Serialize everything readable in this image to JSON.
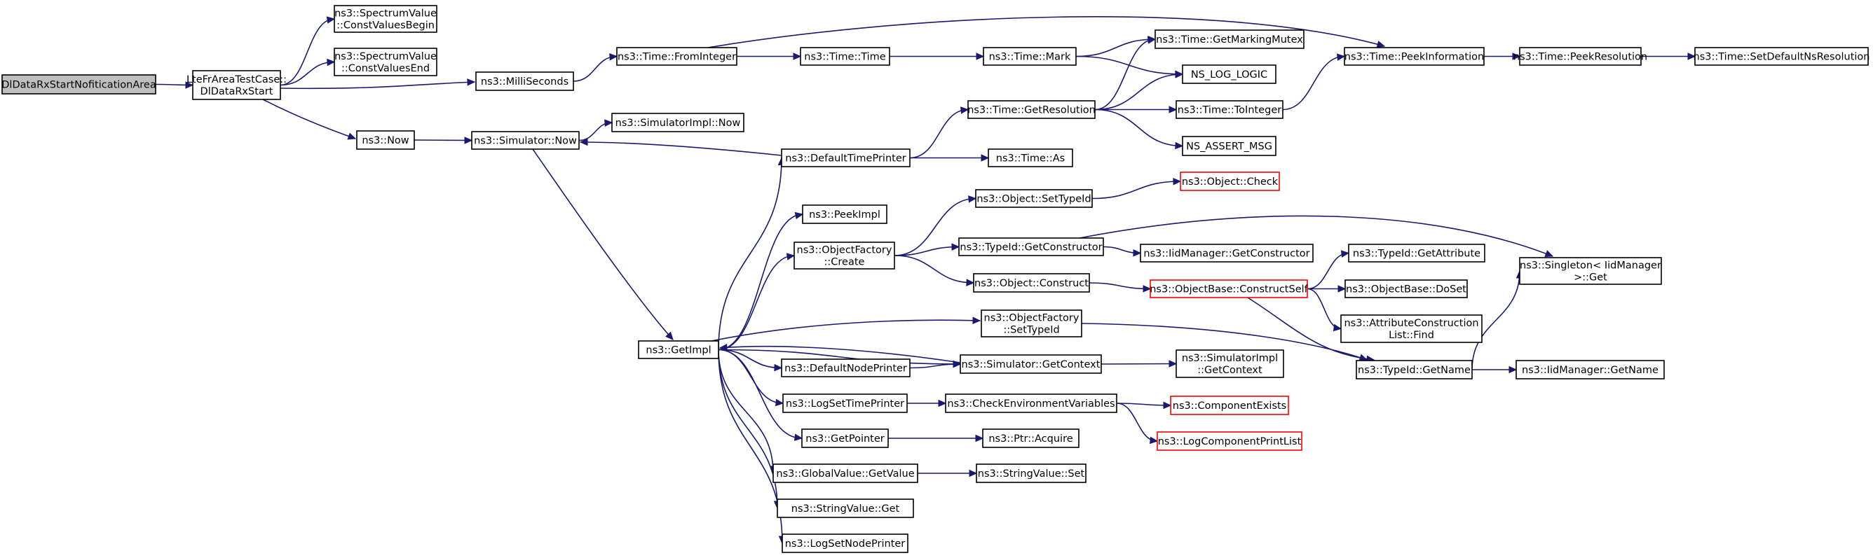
{
  "graph": {
    "nodes": [
      {
        "id": "root",
        "lines": [
          "DlDataRxStartNofiticationArea"
        ],
        "root": true
      },
      {
        "id": "lte",
        "lines": [
          "LteFrAreaTestCase::",
          "DlDataRxStart"
        ]
      },
      {
        "id": "svBegin",
        "lines": [
          "ns3::SpectrumValue",
          "::ConstValuesBegin"
        ]
      },
      {
        "id": "svEnd",
        "lines": [
          "ns3::SpectrumValue",
          "::ConstValuesEnd"
        ]
      },
      {
        "id": "milli",
        "lines": [
          "ns3::MilliSeconds"
        ]
      },
      {
        "id": "now",
        "lines": [
          "ns3::Now"
        ]
      },
      {
        "id": "simNow",
        "lines": [
          "ns3::Simulator::Now"
        ]
      },
      {
        "id": "simImplNow",
        "lines": [
          "ns3::SimulatorImpl::Now"
        ]
      },
      {
        "id": "fromInt",
        "lines": [
          "ns3::Time::FromInteger"
        ]
      },
      {
        "id": "timeTime",
        "lines": [
          "ns3::Time::Time"
        ]
      },
      {
        "id": "timeMark",
        "lines": [
          "ns3::Time::Mark"
        ]
      },
      {
        "id": "markMutex",
        "lines": [
          "ns3::Time::GetMarkingMutex"
        ]
      },
      {
        "id": "logLogic",
        "lines": [
          "NS_LOG_LOGIC"
        ]
      },
      {
        "id": "getRes",
        "lines": [
          "ns3::Time::GetResolution"
        ]
      },
      {
        "id": "toInt",
        "lines": [
          "ns3::Time::ToInteger"
        ]
      },
      {
        "id": "assertMsg",
        "lines": [
          "NS_ASSERT_MSG"
        ]
      },
      {
        "id": "peekInfo",
        "lines": [
          "ns3::Time::PeekInformation"
        ]
      },
      {
        "id": "peekRes",
        "lines": [
          "ns3::Time::PeekResolution"
        ]
      },
      {
        "id": "setDefRes",
        "lines": [
          "ns3::Time::SetDefaultNsResolution"
        ]
      },
      {
        "id": "defTimePrinter",
        "lines": [
          "ns3::DefaultTimePrinter"
        ]
      },
      {
        "id": "timeAs",
        "lines": [
          "ns3::Time::As"
        ]
      },
      {
        "id": "objSetTypeId",
        "lines": [
          "ns3::Object::SetTypeId"
        ]
      },
      {
        "id": "objCheck",
        "lines": [
          "ns3::Object::Check"
        ],
        "red": true
      },
      {
        "id": "peekImpl",
        "lines": [
          "ns3::PeekImpl"
        ]
      },
      {
        "id": "objFactCreate",
        "lines": [
          "ns3::ObjectFactory",
          "::Create"
        ]
      },
      {
        "id": "typeIdGetCtor",
        "lines": [
          "ns3::TypeId::GetConstructor"
        ]
      },
      {
        "id": "iidGetCtor",
        "lines": [
          "ns3::IidManager::GetConstructor"
        ]
      },
      {
        "id": "objConstruct",
        "lines": [
          "ns3::Object::Construct"
        ]
      },
      {
        "id": "objBaseConstructSelf",
        "lines": [
          "ns3::ObjectBase::ConstructSelf"
        ],
        "red": true
      },
      {
        "id": "typeIdGetAttr",
        "lines": [
          "ns3::TypeId::GetAttribute"
        ]
      },
      {
        "id": "objBaseDoSet",
        "lines": [
          "ns3::ObjectBase::DoSet"
        ]
      },
      {
        "id": "attrConstrFind",
        "lines": [
          "ns3::AttributeConstruction",
          "List::Find"
        ]
      },
      {
        "id": "singletonGet",
        "lines": [
          "ns3::Singleton< IidManager",
          " >::Get"
        ]
      },
      {
        "id": "objFactSetTypeId",
        "lines": [
          "ns3::ObjectFactory",
          "::SetTypeId"
        ]
      },
      {
        "id": "getImpl",
        "lines": [
          "ns3::GetImpl"
        ]
      },
      {
        "id": "defNodePrinter",
        "lines": [
          "ns3::DefaultNodePrinter"
        ]
      },
      {
        "id": "simGetContext",
        "lines": [
          "ns3::Simulator::GetContext"
        ]
      },
      {
        "id": "simImplGetContext",
        "lines": [
          "ns3::SimulatorImpl",
          "::GetContext"
        ]
      },
      {
        "id": "typeIdGetName",
        "lines": [
          "ns3::TypeId::GetName"
        ]
      },
      {
        "id": "iidGetName",
        "lines": [
          "ns3::IidManager::GetName"
        ]
      },
      {
        "id": "logSetTimePrinter",
        "lines": [
          "ns3::LogSetTimePrinter"
        ]
      },
      {
        "id": "checkEnvVars",
        "lines": [
          "ns3::CheckEnvironmentVariables"
        ]
      },
      {
        "id": "compExists",
        "lines": [
          "ns3::ComponentExists"
        ],
        "red": true
      },
      {
        "id": "logCompPrintList",
        "lines": [
          "ns3::LogComponentPrintList"
        ],
        "red": true
      },
      {
        "id": "getPointer",
        "lines": [
          "ns3::GetPointer"
        ]
      },
      {
        "id": "ptrAcquire",
        "lines": [
          "ns3::Ptr::Acquire"
        ]
      },
      {
        "id": "globalGetValue",
        "lines": [
          "ns3::GlobalValue::GetValue"
        ]
      },
      {
        "id": "stringValueSet",
        "lines": [
          "ns3::StringValue::Set"
        ]
      },
      {
        "id": "stringValueGet",
        "lines": [
          "ns3::StringValue::Get"
        ]
      },
      {
        "id": "logSetNodePrinter",
        "lines": [
          "ns3::LogSetNodePrinter"
        ]
      }
    ],
    "edges": [
      [
        "root",
        "lte"
      ],
      [
        "lte",
        "svBegin"
      ],
      [
        "lte",
        "svEnd"
      ],
      [
        "lte",
        "milli"
      ],
      [
        "lte",
        "now"
      ],
      [
        "milli",
        "fromInt"
      ],
      [
        "now",
        "simNow"
      ],
      [
        "simNow",
        "simImplNow"
      ],
      [
        "simNow",
        "getImpl"
      ],
      [
        "fromInt",
        "timeTime"
      ],
      [
        "fromInt",
        "peekInfo"
      ],
      [
        "timeTime",
        "timeMark"
      ],
      [
        "timeMark",
        "markMutex"
      ],
      [
        "timeMark",
        "logLogic"
      ],
      [
        "getRes",
        "markMutex"
      ],
      [
        "getRes",
        "logLogic"
      ],
      [
        "getRes",
        "toInt"
      ],
      [
        "getRes",
        "assertMsg"
      ],
      [
        "toInt",
        "peekInfo"
      ],
      [
        "peekInfo",
        "peekRes"
      ],
      [
        "peekRes",
        "setDefRes"
      ],
      [
        "defTimePrinter",
        "simNow"
      ],
      [
        "defTimePrinter",
        "getRes"
      ],
      [
        "defTimePrinter",
        "timeAs"
      ],
      [
        "getImpl",
        "defTimePrinter"
      ],
      [
        "getImpl",
        "peekImpl"
      ],
      [
        "getImpl",
        "objFactCreate"
      ],
      [
        "getImpl",
        "objFactSetTypeId"
      ],
      [
        "getImpl",
        "defNodePrinter"
      ],
      [
        "getImpl",
        "simGetContext"
      ],
      [
        "getImpl",
        "logSetTimePrinter"
      ],
      [
        "getImpl",
        "getPointer"
      ],
      [
        "getImpl",
        "globalGetValue"
      ],
      [
        "getImpl",
        "stringValueGet"
      ],
      [
        "getImpl",
        "logSetNodePrinter"
      ],
      [
        "objFactCreate",
        "objSetTypeId"
      ],
      [
        "objFactCreate",
        "typeIdGetCtor"
      ],
      [
        "objFactCreate",
        "objConstruct"
      ],
      [
        "objSetTypeId",
        "objCheck"
      ],
      [
        "typeIdGetCtor",
        "iidGetCtor"
      ],
      [
        "typeIdGetCtor",
        "singletonGet"
      ],
      [
        "objConstruct",
        "objBaseConstructSelf"
      ],
      [
        "objBaseConstructSelf",
        "typeIdGetAttr"
      ],
      [
        "objBaseConstructSelf",
        "objBaseDoSet"
      ],
      [
        "objBaseConstructSelf",
        "attrConstrFind"
      ],
      [
        "objBaseConstructSelf",
        "typeIdGetName"
      ],
      [
        "objFactSetTypeId",
        "typeIdGetName"
      ],
      [
        "simGetContext",
        "getImpl"
      ],
      [
        "simGetContext",
        "simImplGetContext"
      ],
      [
        "defNodePrinter",
        "simGetContext"
      ],
      [
        "typeIdGetName",
        "singletonGet"
      ],
      [
        "typeIdGetName",
        "iidGetName"
      ],
      [
        "logSetTimePrinter",
        "checkEnvVars"
      ],
      [
        "checkEnvVars",
        "compExists"
      ],
      [
        "checkEnvVars",
        "logCompPrintList"
      ],
      [
        "getPointer",
        "ptrAcquire"
      ],
      [
        "globalGetValue",
        "stringValueSet"
      ]
    ]
  }
}
